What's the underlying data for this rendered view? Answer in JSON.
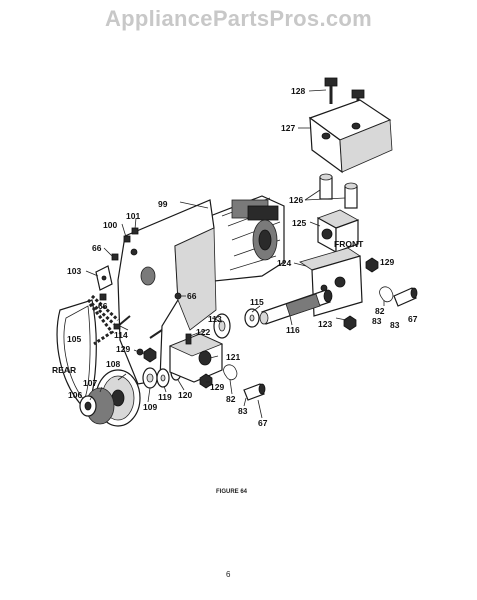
{
  "watermark": "AppliancePartsPros.com",
  "diagram": {
    "labels": {
      "l128": "128",
      "l127": "127",
      "l126": "126",
      "l125": "125",
      "l124": "124",
      "l129a": "129",
      "l99": "99",
      "l101": "101",
      "l100": "100",
      "l66a": "66",
      "l103": "103",
      "l66b": "66",
      "l66c": "66",
      "l113": "113",
      "l115": "115",
      "l114": "114",
      "l122": "122",
      "l105": "105",
      "l129b": "129",
      "l121": "121",
      "l116": "116",
      "l123": "123",
      "l82a": "82",
      "l83a": "83",
      "l83b": "83",
      "l67a": "67",
      "l108": "108",
      "l107": "107",
      "l106": "106",
      "l109": "109",
      "l119": "119",
      "l120": "120",
      "l129c": "129",
      "l82b": "82",
      "l83c": "83",
      "l67b": "67"
    },
    "front_label": "FRONT",
    "rear_label": "REAR",
    "caption": "FIGURE 64",
    "page_number": "6"
  }
}
